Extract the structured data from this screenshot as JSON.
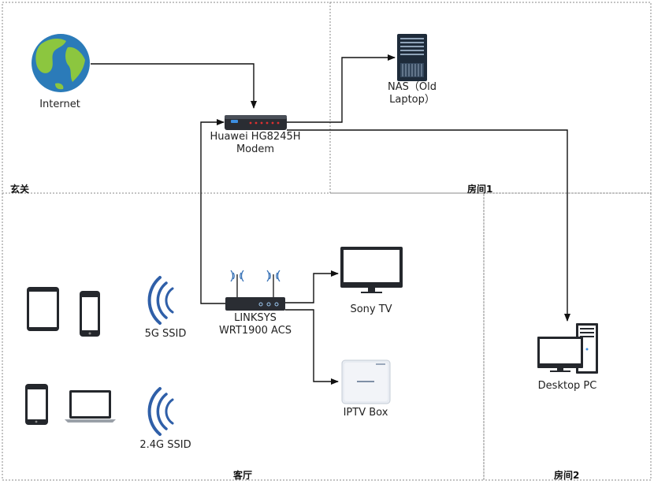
{
  "zones": {
    "entrance": "玄关",
    "room1": "房间1",
    "living_room": "客厅",
    "room2": "房间2"
  },
  "nodes": {
    "internet": "Internet",
    "modem_line1": "Huawei HG8245H",
    "modem_line2": "Modem",
    "nas_line1": "NAS（Old",
    "nas_line2": "Laptop）",
    "router_line1": "LINKSYS",
    "router_line2": "WRT1900 ACS",
    "sony_tv": "Sony TV",
    "iptv_box": "IPTV Box",
    "desktop_pc": "Desktop PC",
    "ssid_5g": "5G SSID",
    "ssid_24g": "2.4G SSID"
  },
  "colors": {
    "zone_border": "#8a8a8a",
    "connector": "#111111",
    "wifi_blue": "#2f5fa8",
    "globe_ocean": "#2b7bb9",
    "globe_land": "#8cc63f"
  }
}
